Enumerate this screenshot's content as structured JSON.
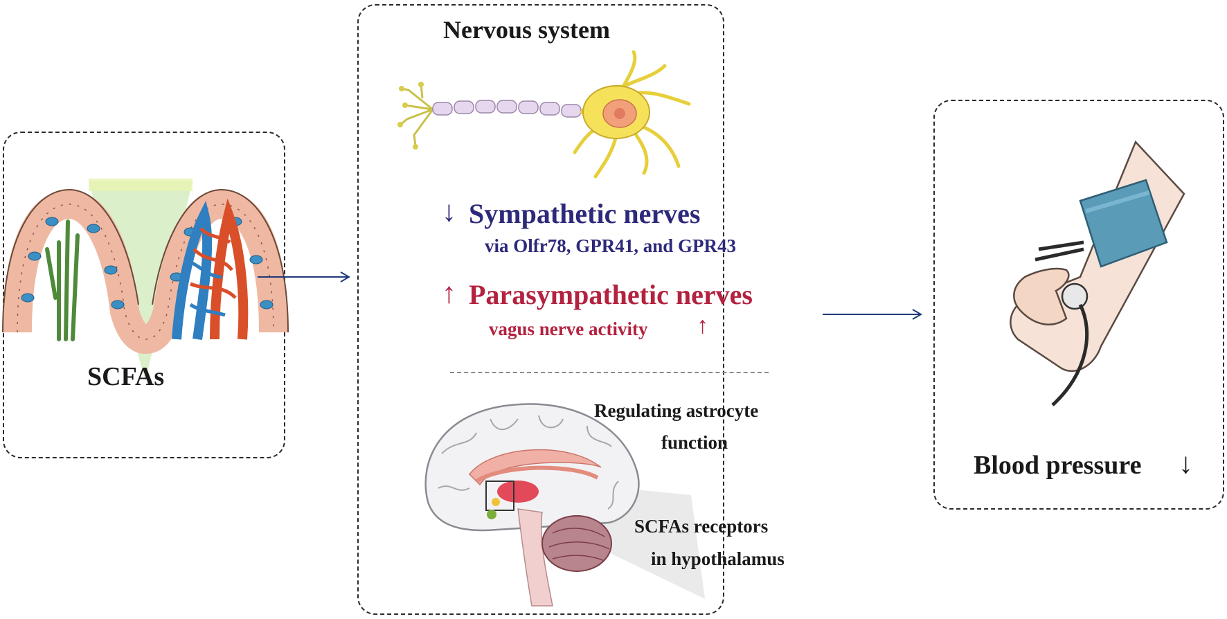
{
  "left_panel": {
    "label": "SCFAs"
  },
  "center_panel": {
    "title": "Nervous system",
    "sympathetic": {
      "arrow": "↓",
      "label": "Sympathetic nerves",
      "detail": "via Olfr78, GPR41, and GPR43"
    },
    "parasympathetic": {
      "arrow": "↑",
      "label": "Parasympathetic nerves",
      "detail": "vagus nerve activity",
      "detail_arrow": "↑"
    },
    "brain_label_1_line1": "Regulating astrocyte",
    "brain_label_1_line2": "function",
    "brain_label_2_line1": "SCFAs receptors",
    "brain_label_2_line2": "in hypothalamus"
  },
  "right_panel": {
    "label": "Blood pressure",
    "arrow": "↓"
  },
  "colors": {
    "sympathetic": "#2e2a7a",
    "parasympathetic": "#b3223f",
    "connector": "#1f3a7a",
    "text": "#1a1a1a"
  },
  "icons": [
    "intestine-villi-icon",
    "neuron-icon",
    "brain-icon",
    "blood-pressure-cuff-icon"
  ]
}
